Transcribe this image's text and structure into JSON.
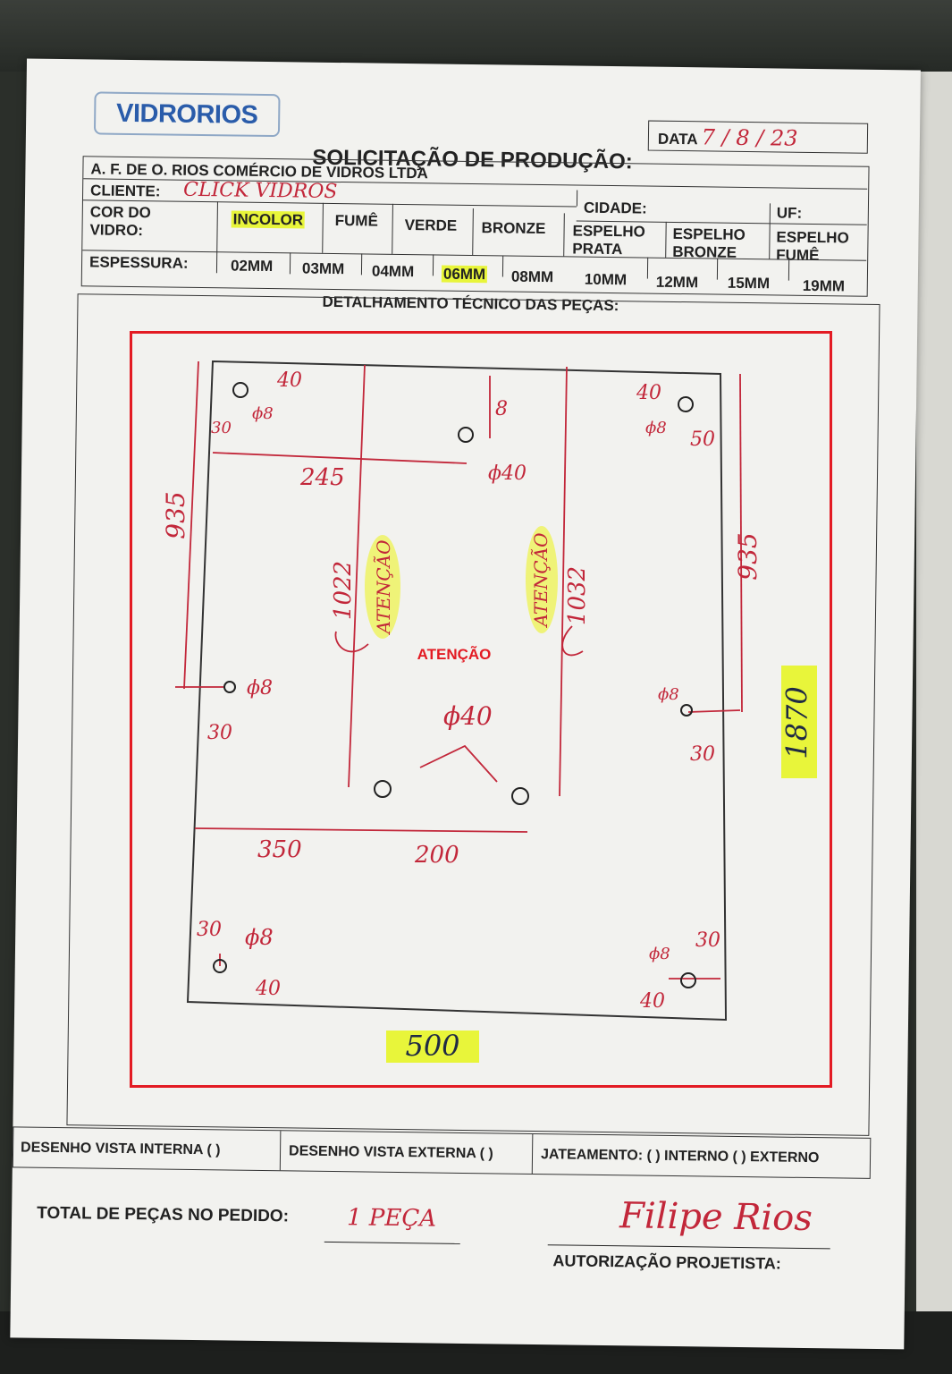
{
  "header": {
    "logo": "VIDRORIOS",
    "date_label": "DATA",
    "date_value": "7 / 8 / 23",
    "title": "SOLICITAÇÃO DE PRODUÇÃO:",
    "company": "A. F. DE O. RIOS COMÉRCIO DE VIDROS LTDA"
  },
  "form": {
    "client_label": "CLIENTE:",
    "client_value": "CLICK VIDROS",
    "city_label": "CIDADE:",
    "uf_label": "UF:",
    "color_label": "COR DO VIDRO:",
    "colors": [
      "INCOLOR",
      "FUMÊ",
      "VERDE",
      "BRONZE",
      "ESPELHO PRATA",
      "ESPELHO BRONZE",
      "ESPELHO FUMÊ"
    ],
    "selected_color": "INCOLOR",
    "thickness_label": "ESPESSURA:",
    "thicknesses": [
      "02MM",
      "03MM",
      "04MM",
      "06MM",
      "08MM",
      "10MM",
      "12MM",
      "15MM",
      "19MM"
    ],
    "selected_thickness": "06MM"
  },
  "section_title": "DETALHAMENTO TÉCNICO DAS PEÇAS:",
  "drawing": {
    "labels": {
      "tl_40": "40",
      "tl_30": "30",
      "tl_phi8": "ϕ8",
      "top_8": "8",
      "top_phi40": "ϕ40",
      "dim_245": "245",
      "tr_40": "40",
      "tr_phi8": "ϕ8",
      "tr_50": "50",
      "left_935": "935",
      "right_935": "935",
      "dim_1022": "1022",
      "dim_1032": "1032",
      "atencao_left": "ATENÇÃO",
      "atencao_right": "ATENÇÃO",
      "ml_phi8": "ϕ8",
      "ml_30": "30",
      "mr_phi8": "ϕ8",
      "mr_30": "30",
      "center_phi40": "ϕ40",
      "dim_350": "350",
      "dim_200": "200",
      "bl_30": "30",
      "bl_phi8": "ϕ8",
      "bl_40": "40",
      "br_phi8": "ϕ8",
      "br_30": "30",
      "br_40": "40",
      "height_1870": "1870",
      "width_500": "500"
    },
    "overlay_label": "ATENÇÃO"
  },
  "footer": {
    "internal_view": "DESENHO VISTA INTERNA ( )",
    "external_view": "DESENHO VISTA EXTERNA ( )",
    "sandblasting": "JATEAMENTO: ( ) INTERNO ( ) EXTERNO",
    "total_label": "TOTAL DE PEÇAS NO PEDIDO:",
    "total_value": "1 PEÇA",
    "authorization": "AUTORIZAÇÃO PROJETISTA:",
    "signature": "Filipe Rios"
  },
  "colors": {
    "ink": "#c2273a",
    "highlight": "#e8f53a",
    "box": "#e31b23"
  }
}
